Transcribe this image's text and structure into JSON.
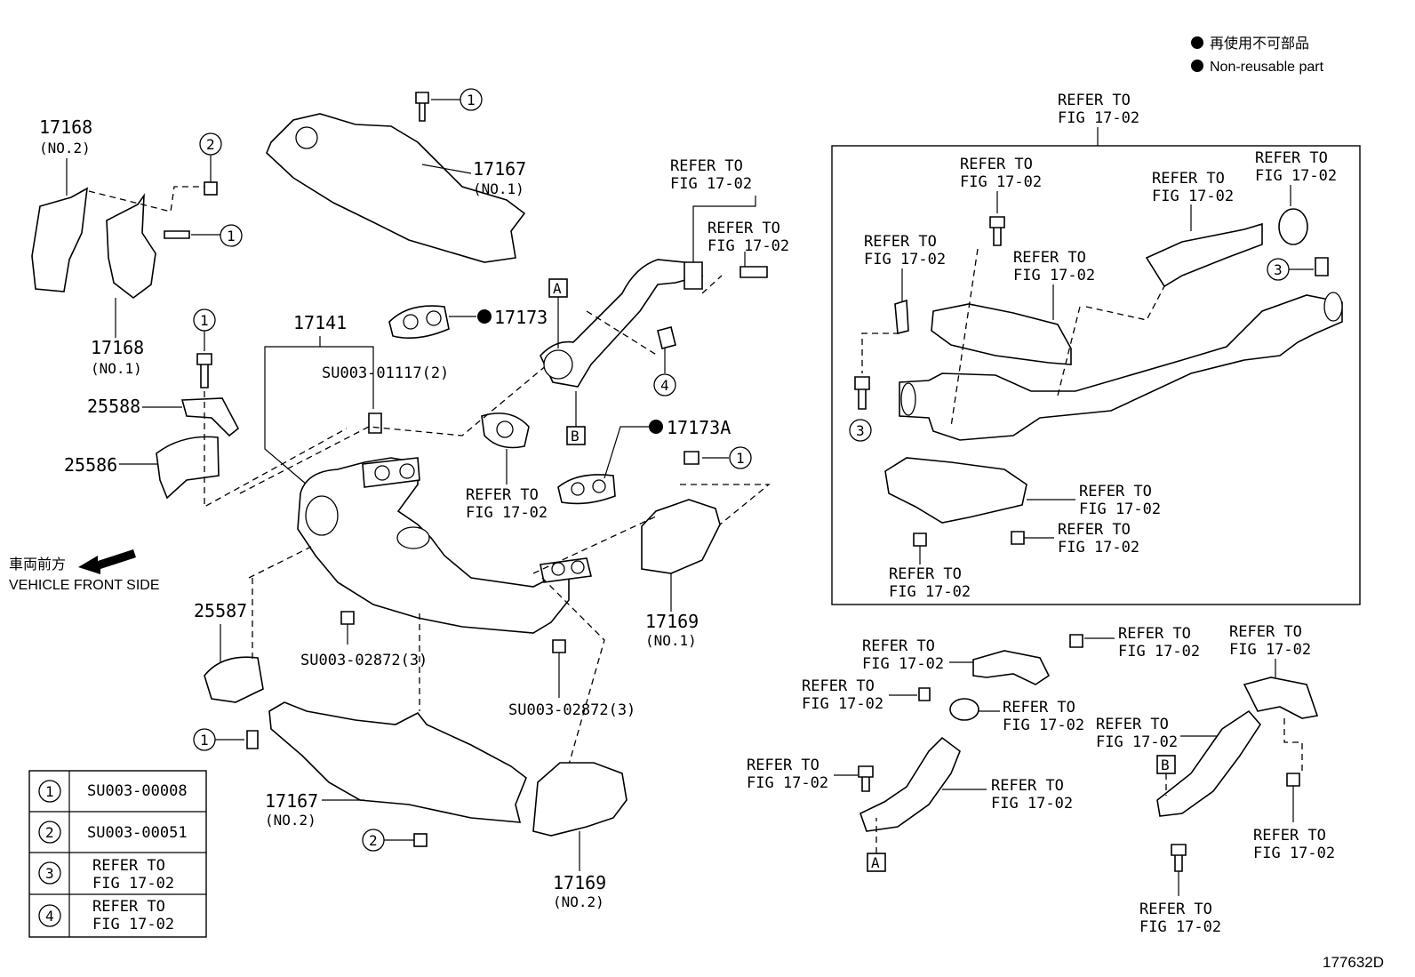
{
  "legend_top": {
    "nonreusable_jp": "再使用不可部品",
    "nonreusable_en": "Non-reusable part"
  },
  "direction": {
    "jp": "車両前方",
    "en": "VEHICLE FRONT SIDE"
  },
  "figure_code": "177632D",
  "refer": {
    "line1": "REFER TO",
    "line2": "FIG 17-02"
  },
  "parts": {
    "p17168_no2": {
      "num": "17168",
      "sub": "(NO.2)"
    },
    "p17168_no1": {
      "num": "17168",
      "sub": "(NO.1)"
    },
    "p17167_no1": {
      "num": "17167",
      "sub": "(NO.1)"
    },
    "p17167_no2": {
      "num": "17167",
      "sub": "(NO.2)"
    },
    "p17169_no1": {
      "num": "17169",
      "sub": "(NO.1)"
    },
    "p17169_no2": {
      "num": "17169",
      "sub": "(NO.2)"
    },
    "p17141": "17141",
    "p17173": "17173",
    "p17173A": "17173A",
    "p25588": "25588",
    "p25586": "25586",
    "p25587": "25587",
    "su_01117": "SU003-01117(2)",
    "su_02872_a": "SU003-02872(3)",
    "su_02872_b": "SU003-02872(3)"
  },
  "callouts": {
    "c1": "1",
    "c2": "2",
    "c3": "3",
    "c4": "4",
    "A": "A",
    "B": "B"
  },
  "key_table": [
    {
      "no": "1",
      "line1": "SU003-00008",
      "line2": ""
    },
    {
      "no": "2",
      "line1": "SU003-00051",
      "line2": ""
    },
    {
      "no": "3",
      "line1": "REFER TO",
      "line2": "FIG 17-02"
    },
    {
      "no": "4",
      "line1": "REFER TO",
      "line2": "FIG 17-02"
    }
  ]
}
